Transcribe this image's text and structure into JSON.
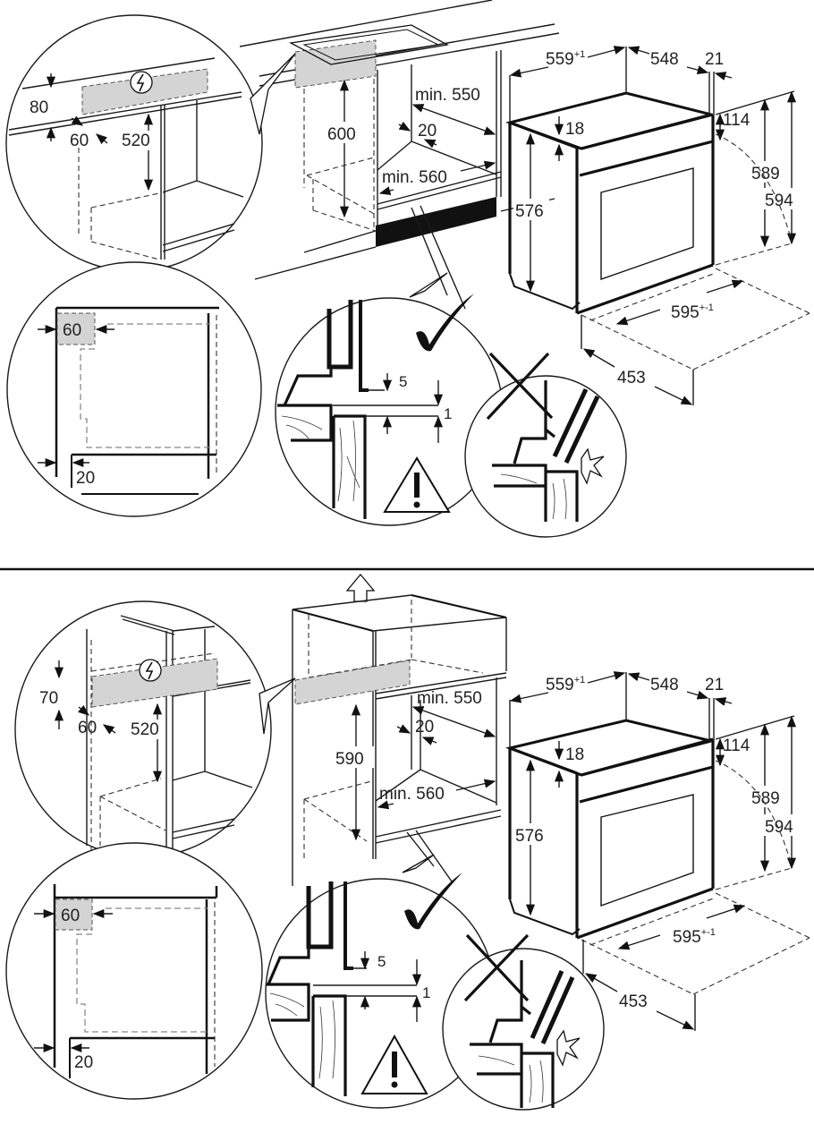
{
  "diagram": {
    "title": "Built-in oven installation dimensions (mm)",
    "colors": {
      "line": "#111111",
      "electrical_zone": "#d4d4d4",
      "background": "#ffffff"
    },
    "icons": [
      "electrical-connection-icon",
      "checkmark-icon",
      "cross-icon",
      "warning-triangle-icon",
      "spark-icon",
      "arrow-up-icon"
    ],
    "panels": [
      {
        "id": "under-counter",
        "cabinet": {
          "height": "600",
          "min_width": "min. 560",
          "min_depth": "min. 550",
          "rear_gap": "20"
        },
        "detail_electrical": {
          "zone_height": "80",
          "zone_depth": "60",
          "zone_offset": "520"
        },
        "detail_front": {
          "zone_width": "60",
          "side_gap": "20"
        },
        "detail_fit": {
          "gap_top": "5",
          "gap_bottom": "1"
        },
        "oven": {
          "depth_total": "559",
          "depth_total_tol": "+1",
          "depth_body": "548",
          "front_thickness": "21",
          "top_offset": "18",
          "control_panel_height": "114",
          "body_height": "576",
          "height_body": "589",
          "height_total": "594",
          "width": "595",
          "width_tol": "+-1",
          "door_clearance": "453"
        }
      },
      {
        "id": "column-cabinet",
        "cabinet": {
          "height": "590",
          "min_width": "min. 560",
          "min_depth": "min. 550",
          "rear_gap": "20"
        },
        "detail_electrical": {
          "zone_height": "70",
          "zone_depth": "60",
          "zone_offset": "520"
        },
        "detail_front": {
          "zone_width": "60",
          "side_gap": "20"
        },
        "detail_fit": {
          "gap_top": "5",
          "gap_bottom": "1"
        },
        "oven": {
          "depth_total": "559",
          "depth_total_tol": "+1",
          "depth_body": "548",
          "front_thickness": "21",
          "top_offset": "18",
          "control_panel_height": "114",
          "body_height": "576",
          "height_body": "589",
          "height_total": "594",
          "width": "595",
          "width_tol": "+-1",
          "door_clearance": "453"
        }
      }
    ]
  }
}
